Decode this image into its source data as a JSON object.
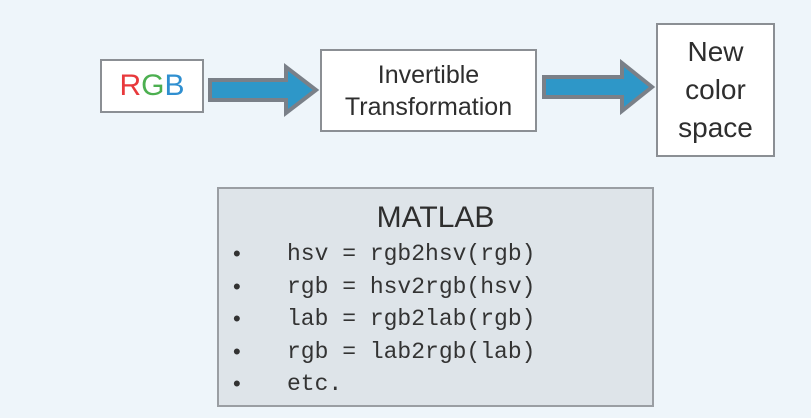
{
  "input_box": {
    "letters": [
      {
        "char": "R",
        "color": "#e8393c"
      },
      {
        "char": "G",
        "color": "#4caf50"
      },
      {
        "char": "B",
        "color": "#2f8fd0"
      }
    ]
  },
  "transform_box": {
    "line1": "Invertible",
    "line2": "Transformation"
  },
  "output_box": {
    "line1": "New",
    "line2": "color",
    "line3": "space"
  },
  "matlab": {
    "title": "MATLAB",
    "bullet": "•",
    "items": [
      "hsv = rgb2hsv(rgb)",
      "rgb = hsv2rgb(hsv)",
      "lab = rgb2lab(rgb)",
      "rgb = lab2rgb(lab)",
      "etc."
    ]
  },
  "colors": {
    "arrow_fill": "#2e97c8",
    "arrow_outline": "#7a8088"
  }
}
